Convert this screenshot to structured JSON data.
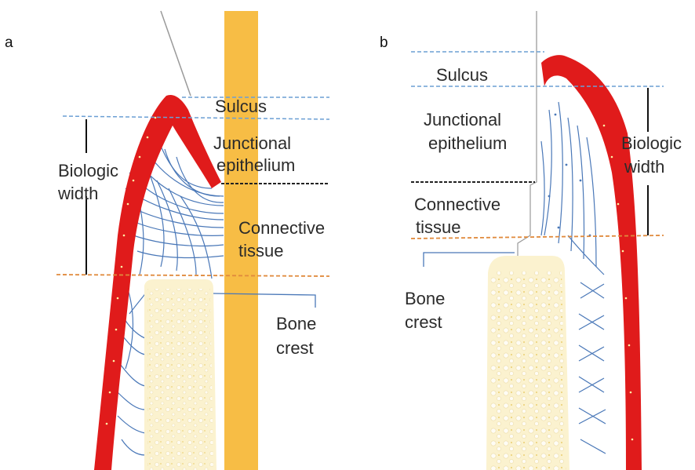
{
  "panels": {
    "a": {
      "letter": "a",
      "labels": {
        "sulcus": "Sulcus",
        "junctional_1": "Junctional",
        "junctional_2": "epithelium",
        "connective_1": "Connective",
        "connective_2": "tissue",
        "bone_1": "Bone",
        "bone_2": "crest",
        "biologic_1": "Biologic",
        "biologic_2": "width"
      }
    },
    "b": {
      "letter": "b",
      "labels": {
        "sulcus": "Sulcus",
        "junctional_1": "Junctional",
        "junctional_2": "epithelium",
        "connective_1": "Connective",
        "connective_2": "tissue",
        "bone_1": "Bone",
        "bone_2": "crest",
        "biologic_1": "Biologic",
        "biologic_2": "width"
      }
    }
  },
  "colors": {
    "gingiva_epithelium": "#e01b1b",
    "implant_post": "#f7bd45",
    "bone": "#fbf2cf",
    "bone_pores": "#ffffff",
    "fibers": "#4a78b8",
    "sulcus_line": "#6b9fd4",
    "junction_line": "#222222",
    "bone_level_line": "#e08a3c"
  },
  "icons": [
    "bone-trabecula-icon",
    "collagen-fiber-icon"
  ]
}
